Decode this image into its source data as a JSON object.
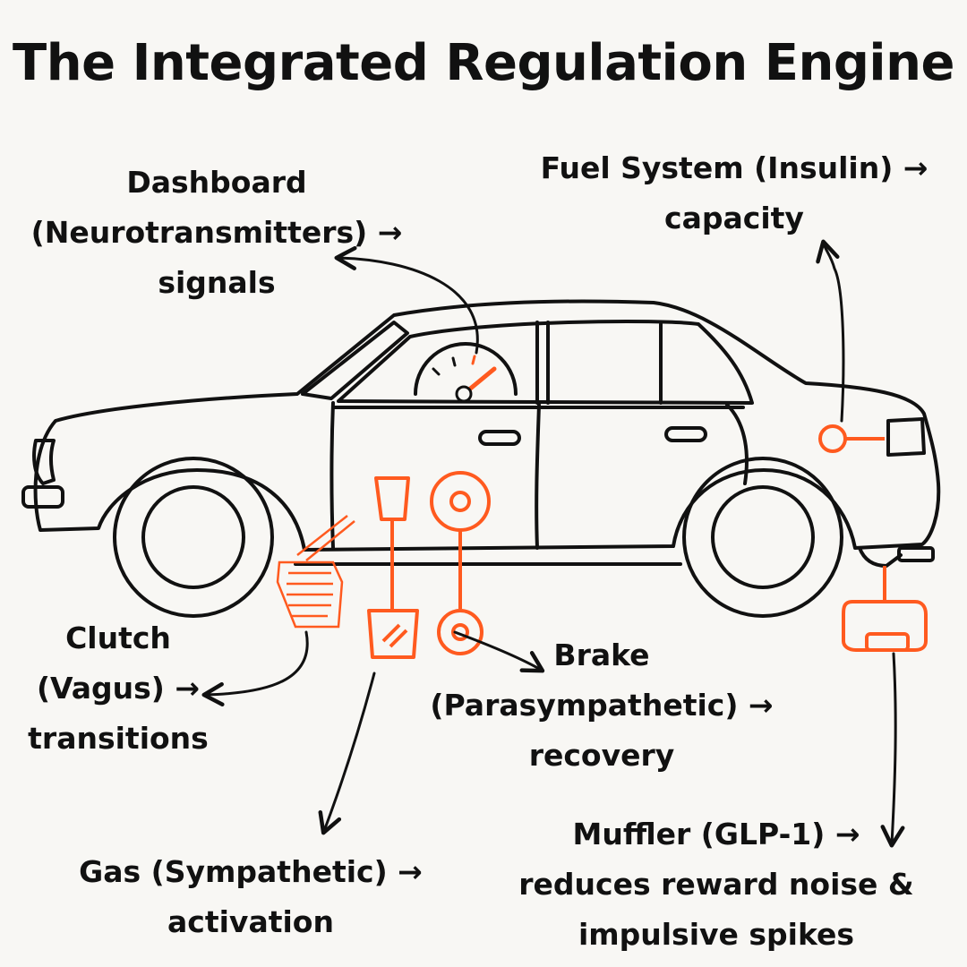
{
  "title": "The Integrated Regulation Engine",
  "labels": {
    "dashboard": [
      "Dashboard",
      "(Neurotransmitters) →",
      "signals"
    ],
    "fuel": [
      "Fuel System (Insulin) →",
      "capacity"
    ],
    "clutch": [
      "Clutch",
      "(Vagus) →",
      "transitions"
    ],
    "brake": [
      "Brake",
      "(Parasympathetic) →",
      "recovery"
    ],
    "gas": [
      "Gas (Sympathetic) →",
      "activation"
    ],
    "muffler": [
      "Muffler (GLP-1) →",
      "reduces reward noise &",
      "impulsive spikes"
    ]
  },
  "colors": {
    "ink": "#111111",
    "accent": "#ff5a1f",
    "background": "#f8f7f4"
  }
}
